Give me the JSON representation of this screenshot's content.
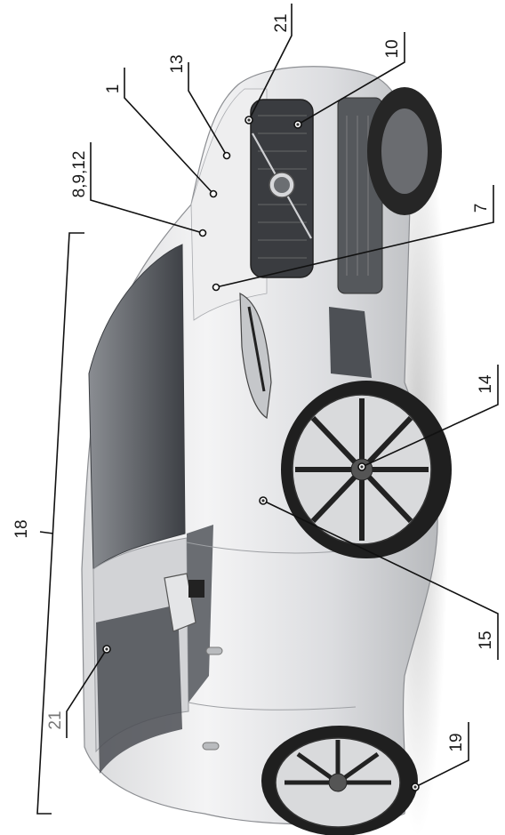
{
  "figure": {
    "subject": "car-illustration",
    "orientation": "rotated-90-ccw",
    "callouts": [
      {
        "id": "c18",
        "label": "18"
      },
      {
        "id": "c1",
        "label": "1"
      },
      {
        "id": "c13",
        "label": "13"
      },
      {
        "id": "c21-front",
        "label": "21"
      },
      {
        "id": "c10",
        "label": "10"
      },
      {
        "id": "c8-9-12",
        "label": "8,9,12"
      },
      {
        "id": "c7",
        "label": "7"
      },
      {
        "id": "c14",
        "label": "14"
      },
      {
        "id": "c15",
        "label": "15"
      },
      {
        "id": "c21-rear",
        "label": "21"
      },
      {
        "id": "c19",
        "label": "19"
      }
    ]
  },
  "colors": {
    "line": "#111111",
    "body_light": "#e9e9ea",
    "body_mid": "#c9cacc",
    "glass": "#5a5d62",
    "tire": "#2a2a2a",
    "shadow": "#cfcfcf"
  }
}
